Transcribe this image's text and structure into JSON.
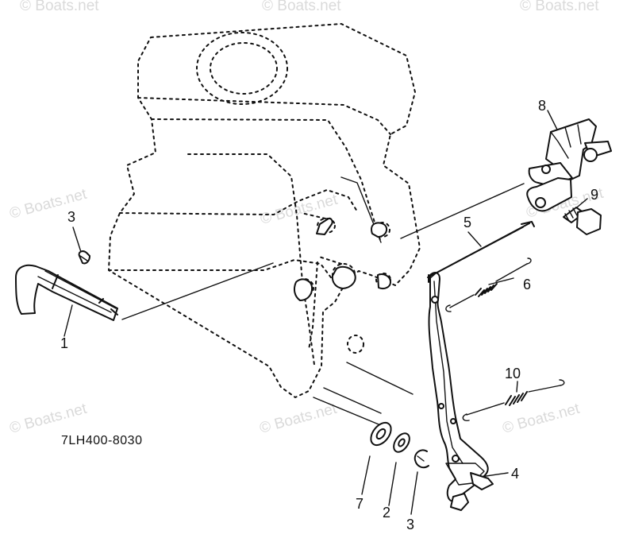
{
  "diagram": {
    "reference_code": "7LH400-8030",
    "part_labels": [
      "1",
      "2",
      "3",
      "3",
      "4",
      "5",
      "6",
      "7",
      "8",
      "9",
      "10"
    ],
    "watermark_text": "© Boats.net",
    "colors": {
      "line": "#111111",
      "background": "#ffffff",
      "watermark": "#cccccc"
    }
  }
}
